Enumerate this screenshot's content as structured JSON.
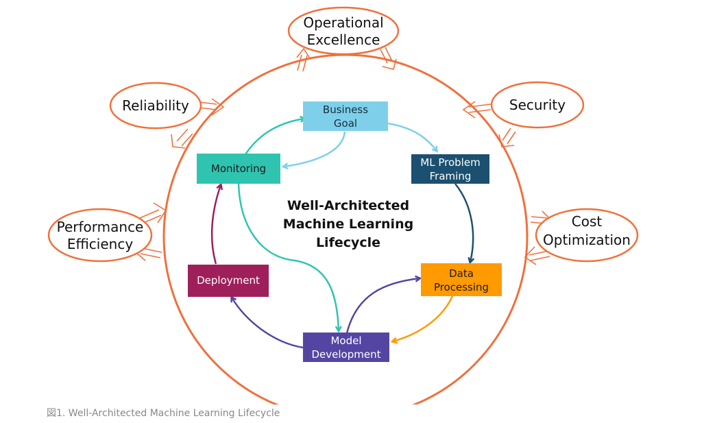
{
  "colors": {
    "ring": "#f0703c",
    "business_goal": "#7ed0ea",
    "ml_problem_framing": "#1b5070",
    "data_processing": "#ff9a00",
    "model_development": "#5545a3",
    "deployment": "#9e1f5a",
    "monitoring": "#2ec4b0"
  },
  "center_title": {
    "line1": "Well-Architected",
    "line2": "Machine Learning",
    "line3": "Lifecycle"
  },
  "pillars": {
    "operational_excellence": {
      "line1": "Operational",
      "line2": "Excellence"
    },
    "reliability": {
      "line1": "Reliability"
    },
    "security": {
      "line1": "Security"
    },
    "performance_efficiency": {
      "line1": "Performance",
      "line2": "Efficiency"
    },
    "cost_optimization": {
      "line1": "Cost",
      "line2": "Optimization"
    }
  },
  "stages": {
    "business_goal": {
      "line1": "Business",
      "line2": "Goal"
    },
    "ml_problem_framing": {
      "line1": "ML Problem",
      "line2": "Framing"
    },
    "data_processing": {
      "line1": "Data",
      "line2": "Processing"
    },
    "model_development": {
      "line1": "Model",
      "line2": "Development"
    },
    "deployment": {
      "line1": "Deployment"
    },
    "monitoring": {
      "line1": "Monitoring"
    }
  },
  "caption": "図1. Well-Architected Machine Learning Lifecycle"
}
